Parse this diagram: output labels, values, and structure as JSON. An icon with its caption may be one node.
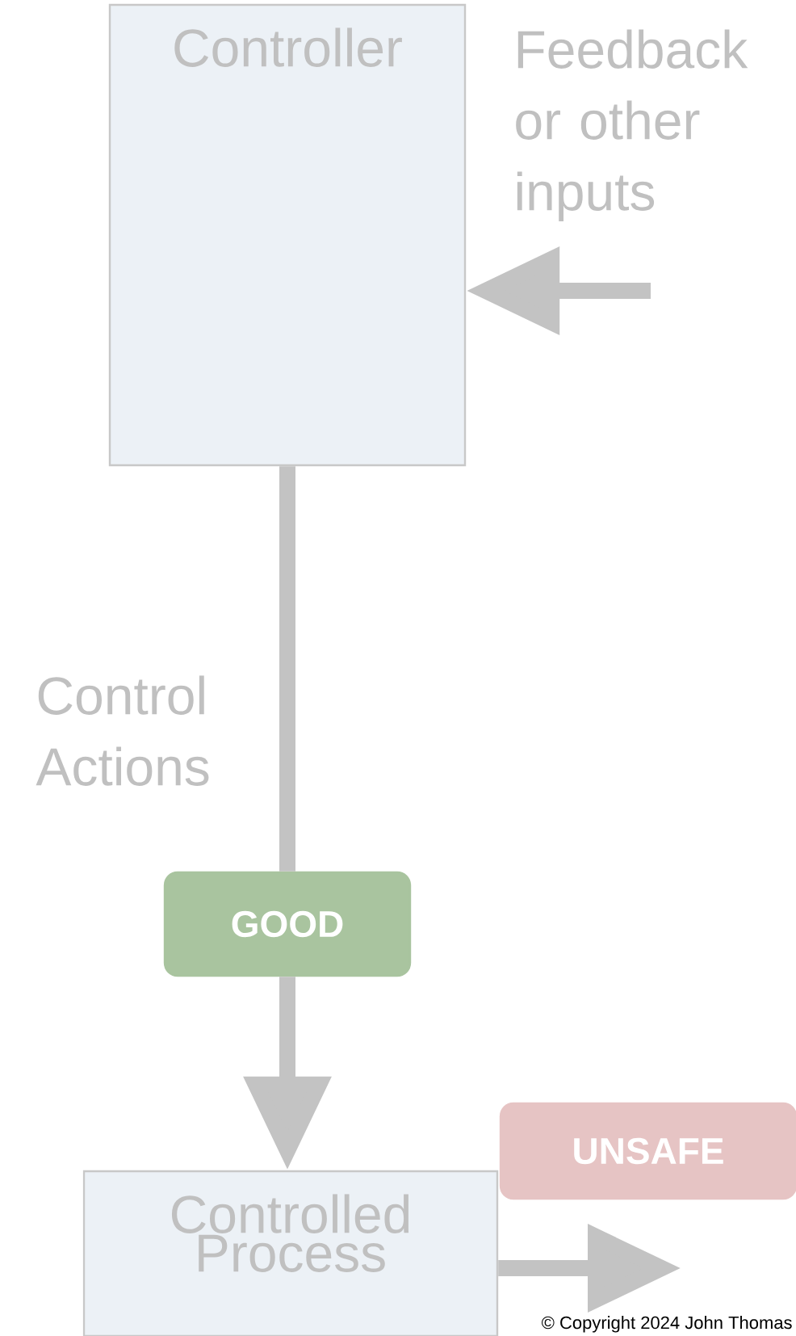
{
  "diagram": {
    "nodes": [
      {
        "text": [
          "Controller"
        ]
      },
      {
        "text": [
          "Controlled Process"
        ]
      },
      {
        "text": [
          "GOOD"
        ]
      },
      {
        "text": [
          "UNSAFE"
        ]
      }
    ],
    "edges": [
      {
        "from": null,
        "to": 0,
        "arrow": "to",
        "label": "Feedback or other inputs"
      },
      {
        "from": 0,
        "to": 2,
        "arrow": "none",
        "label": "Control Actions"
      },
      {
        "from": 2,
        "to": 1,
        "arrow": "to"
      },
      {
        "from": 1,
        "to": null,
        "arrow": "to"
      }
    ],
    "labels": [
      "© Copyright 2024 John Thomas"
    ]
  }
}
